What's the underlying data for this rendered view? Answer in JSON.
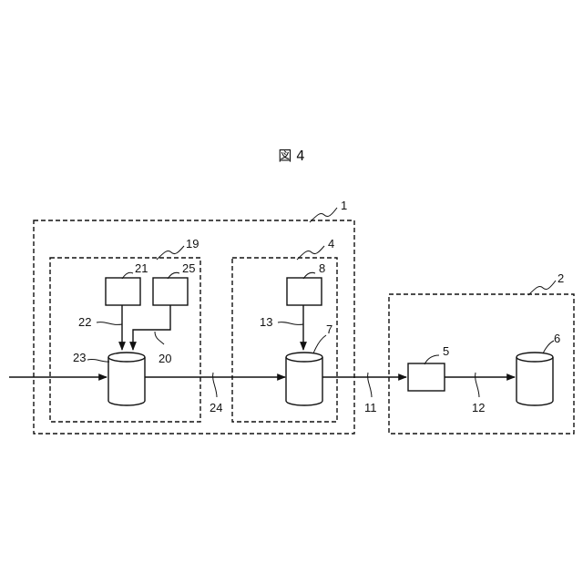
{
  "figure": {
    "title": "図 4"
  },
  "labels": {
    "system_1": "1",
    "system_2": "2",
    "unit_4": "4",
    "unit_19": "19",
    "block_5": "5",
    "storage_6": "6",
    "storage_7": "7",
    "block_8": "8",
    "link_11": "11",
    "link_12": "12",
    "link_13": "13",
    "link_20": "20",
    "block_21": "21",
    "link_22": "22",
    "storage_23": "23",
    "link_24": "24",
    "block_25": "25"
  }
}
